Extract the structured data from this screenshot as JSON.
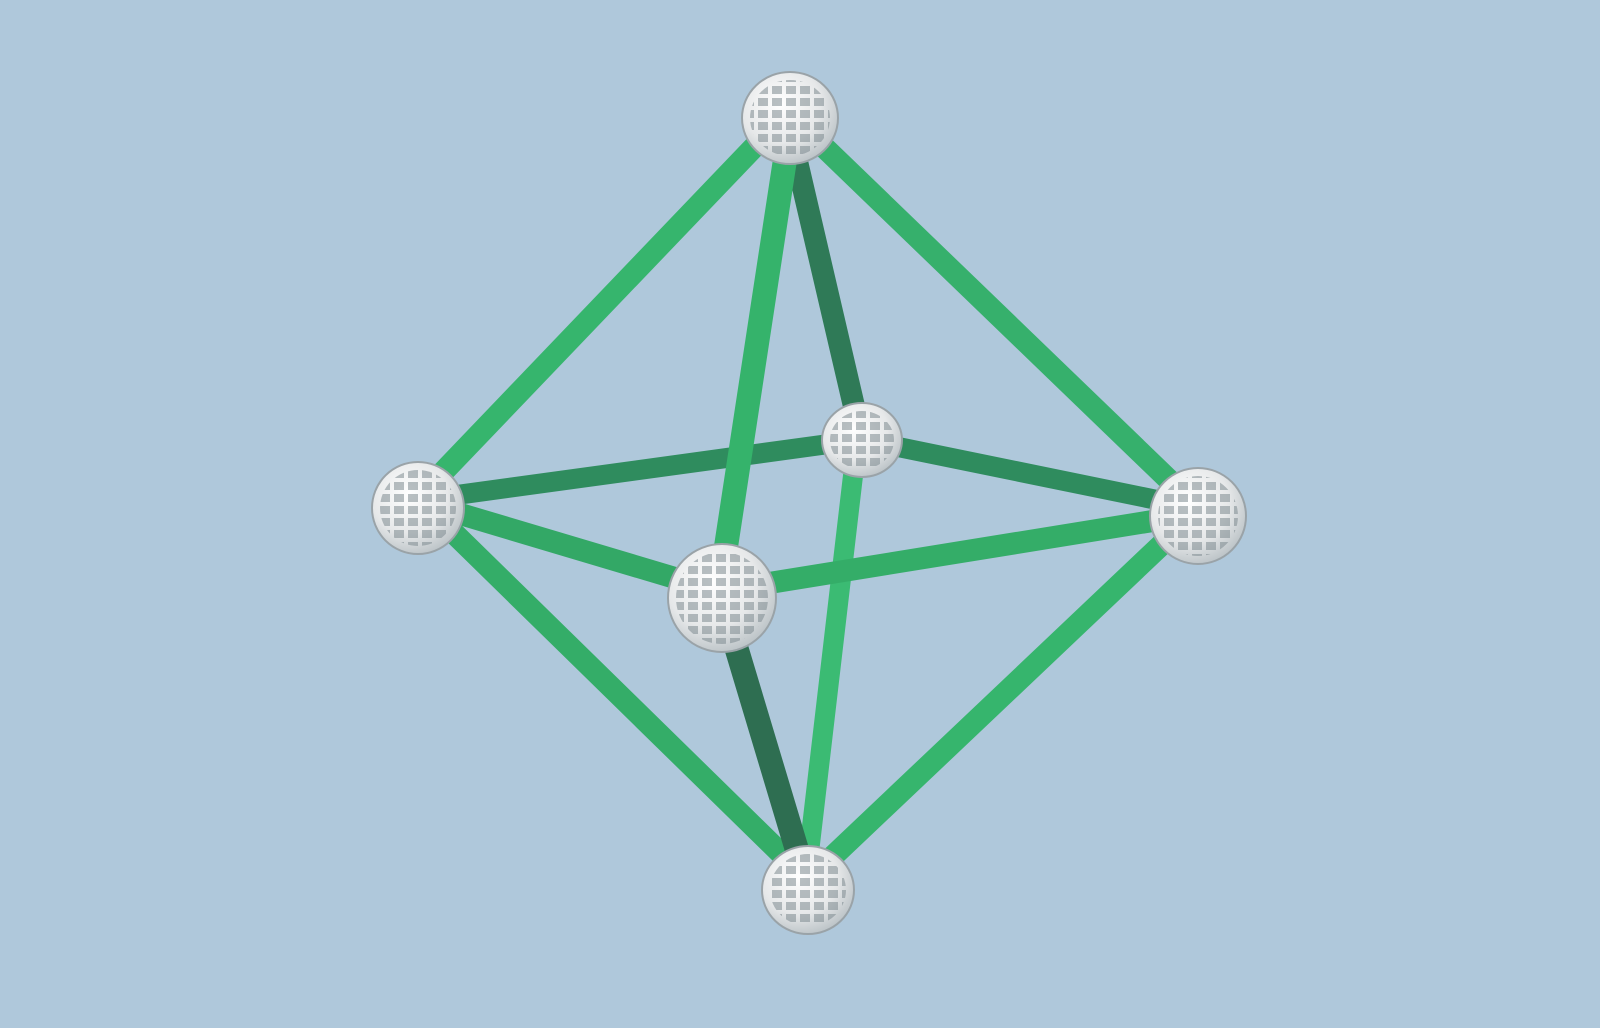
{
  "scene": {
    "subject": "octahedron-strut-model",
    "background_color": "#afc8db",
    "strut_color": "#34b26a",
    "strut_shadow_color": "#2c7a56",
    "node_color": "#f2f2f2",
    "node_outline_color": "#6f7b80",
    "node_count": 6,
    "strut_count": 12
  }
}
